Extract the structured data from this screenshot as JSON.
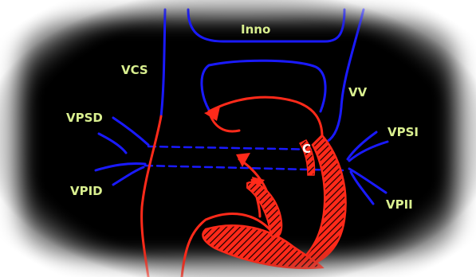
{
  "diagram": {
    "labels": {
      "inno": "Inno",
      "vcs": "VCS",
      "vv": "VV",
      "vpsd": "VPSD",
      "vpsi": "VPSI",
      "vpid": "VPID",
      "vpii": "VPII",
      "c": "C"
    },
    "colors": {
      "background": "#000000",
      "vignette": "#ffffff",
      "venous": "#1a1aff",
      "arterial": "#ff2a1a",
      "label": "#d9ef8f",
      "hatch": "#1a0000"
    }
  }
}
